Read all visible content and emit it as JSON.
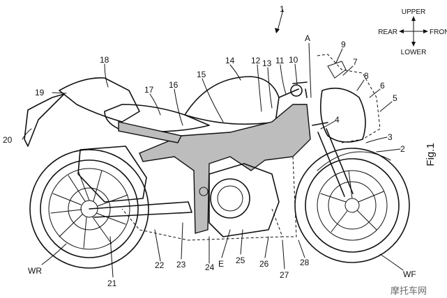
{
  "figure_label": "Fig.1",
  "directions": {
    "upper": "UPPER",
    "lower": "LOWER",
    "rear": "REAR",
    "front": "FRONT"
  },
  "labels": {
    "assembly": "1",
    "a": "A",
    "l2": "2",
    "l3": "3",
    "l4": "4",
    "l5": "5",
    "l6": "6",
    "l7": "7",
    "l8": "8",
    "l9": "9",
    "l10": "10",
    "l11": "11",
    "l12": "12",
    "l13": "13",
    "l14": "14",
    "l15": "15",
    "l16": "16",
    "l17": "17",
    "l18": "18",
    "l19": "19",
    "l20": "20",
    "l21": "21",
    "l22": "22",
    "l23": "23",
    "l24": "24",
    "e": "E",
    "l25": "25",
    "l26": "26",
    "l27": "27",
    "l28": "28",
    "wr": "WR",
    "wf": "WF"
  },
  "watermark": "摩托车网"
}
